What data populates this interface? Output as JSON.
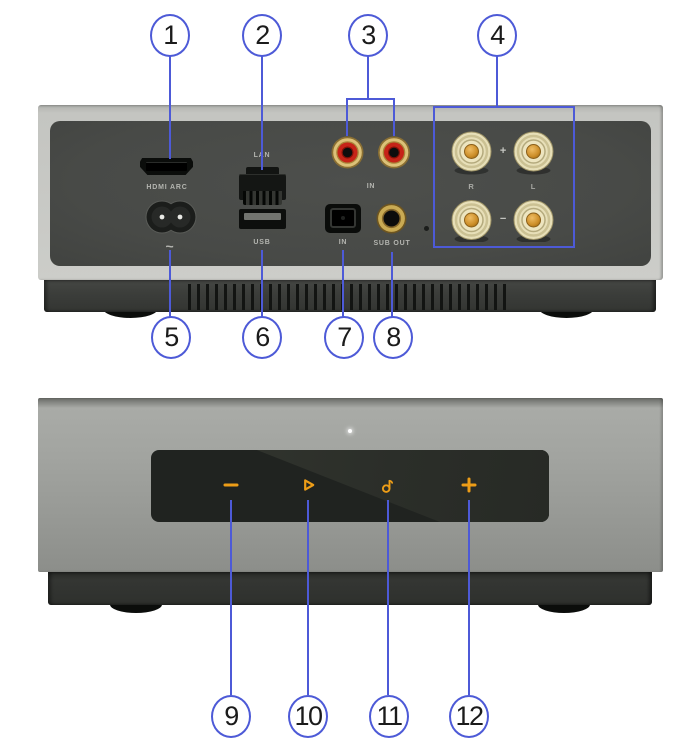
{
  "figure": {
    "type": "product-callout-diagram",
    "views": [
      "rear-panel",
      "front-panel"
    ]
  },
  "colors": {
    "callout_blue": "#4d5ad7",
    "accent_orange": "#ED9D17",
    "body_silver": "#c6c7c3",
    "panel_dark": "#4a4c49",
    "rca_red": "#c62418",
    "jack_gold": "#d9bd70",
    "terminal_cream": "#e7dfb8"
  },
  "rear": {
    "labels": {
      "hdmi": "HDMI ARC",
      "lan": "LAN",
      "usb": "USB",
      "power": "~",
      "optical_in": "IN",
      "analog_in": "IN",
      "sub_out": "SUB OUT",
      "speaker_plus": "+",
      "speaker_minus": "−",
      "speaker_right": "R",
      "speaker_left": "L"
    },
    "callouts": [
      {
        "number": "1",
        "points_to": "hdmi-arc-port"
      },
      {
        "number": "2",
        "points_to": "lan-port"
      },
      {
        "number": "3",
        "points_to": "analog-audio-in-jacks"
      },
      {
        "number": "4",
        "points_to": "speaker-terminals"
      },
      {
        "number": "5",
        "points_to": "power-inlet"
      },
      {
        "number": "6",
        "points_to": "usb-port"
      },
      {
        "number": "7",
        "points_to": "optical-in-port"
      },
      {
        "number": "8",
        "points_to": "sub-out-jack"
      }
    ]
  },
  "front": {
    "status_led": "white-dot",
    "icons": [
      "volume-down",
      "play",
      "music-note",
      "volume-up"
    ],
    "callouts": [
      {
        "number": "9",
        "points_to": "volume-down-button"
      },
      {
        "number": "10",
        "points_to": "play-button"
      },
      {
        "number": "11",
        "points_to": "sound-mode-button"
      },
      {
        "number": "12",
        "points_to": "volume-up-button"
      }
    ]
  }
}
